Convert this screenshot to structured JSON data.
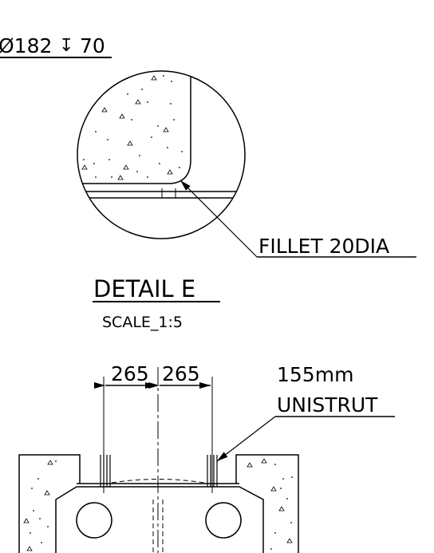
{
  "drawing": {
    "hole_callout": "Ø182",
    "hole_depth_symbol": "↧",
    "hole_depth": "70",
    "fillet_label": "FILLET 20DIA",
    "detail_title": "DETAIL E",
    "detail_scale": "SCALE_1:5",
    "dim_left": "265",
    "dim_right": "265",
    "unistrut_size": "155mm",
    "unistrut_label": "UNISTRUT"
  },
  "colors": {
    "line": "#000000",
    "background": "#ffffff"
  }
}
